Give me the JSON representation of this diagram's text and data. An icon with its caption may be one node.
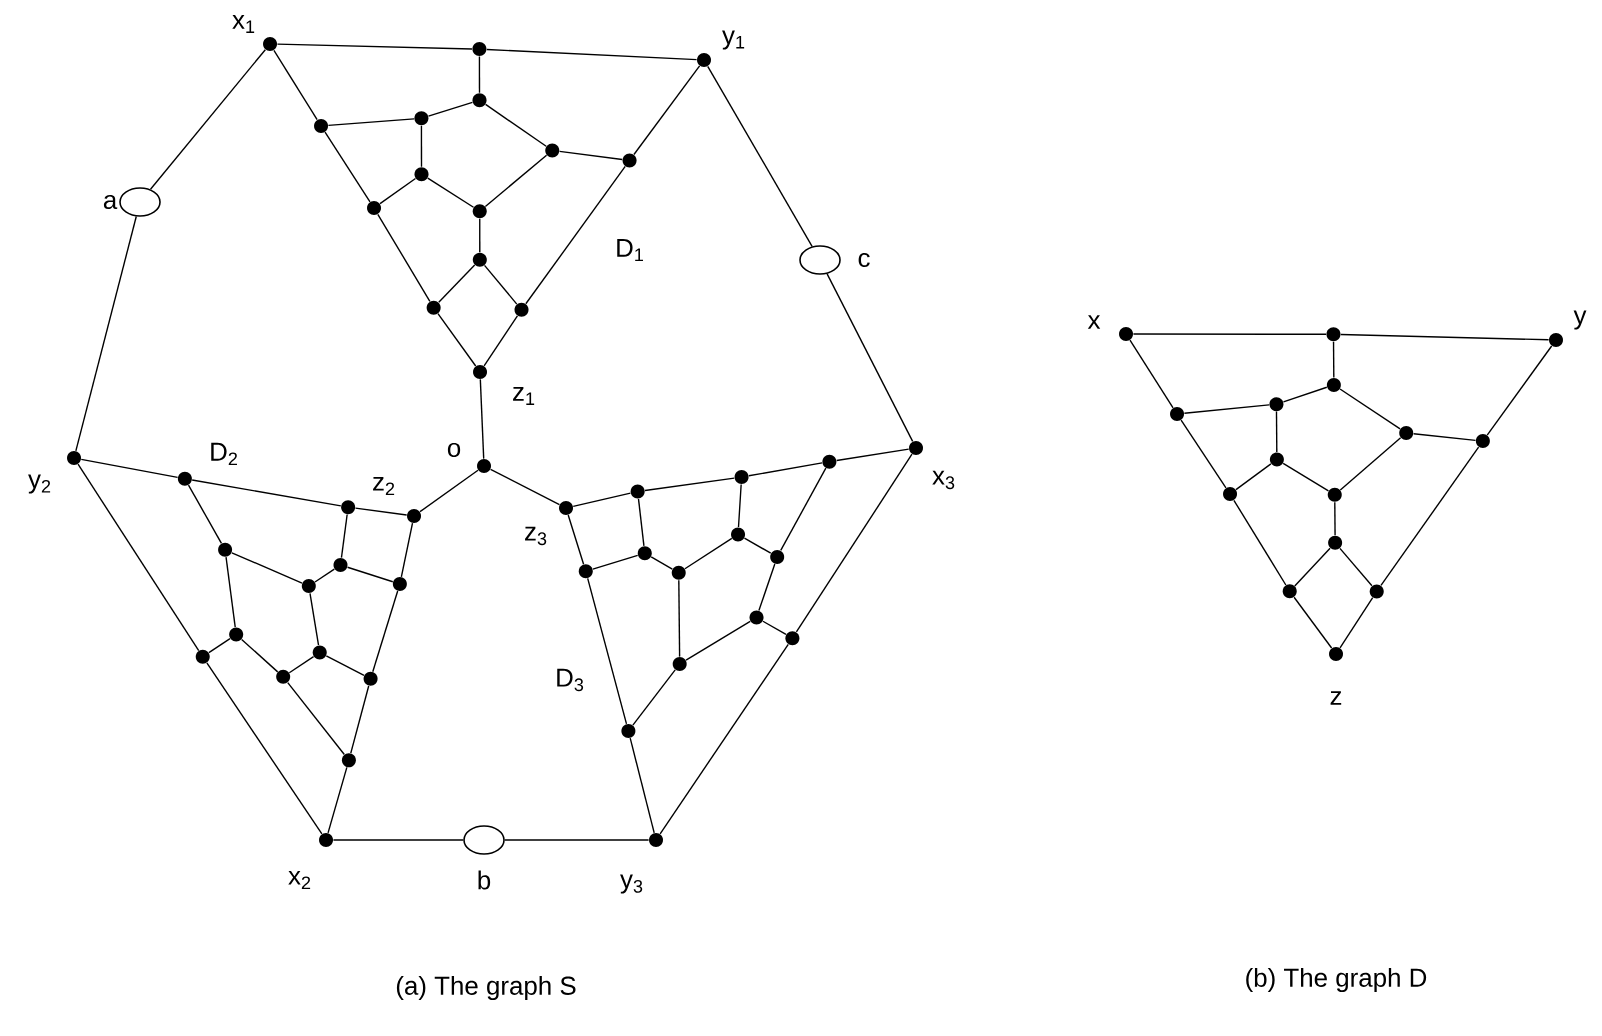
{
  "diagram": {
    "nodes": [
      {
        "text": [],
        "shape": "dot",
        "beside": [
          "x$_{1}$"
        ]
      },
      {
        "text": [],
        "shape": "dot"
      },
      {
        "text": [],
        "shape": "dot",
        "beside": [
          "y$_{1}$"
        ]
      },
      {
        "text": [],
        "shape": "dot"
      },
      {
        "text": [],
        "shape": "dot"
      },
      {
        "text": [],
        "shape": "dot"
      },
      {
        "text": [],
        "shape": "dot"
      },
      {
        "text": [],
        "shape": "dot"
      },
      {
        "text": [],
        "shape": "dot"
      },
      {
        "text": [],
        "shape": "dot"
      },
      {
        "text": [],
        "shape": "dot"
      },
      {
        "text": [],
        "shape": "dot"
      },
      {
        "text": [],
        "shape": "dot"
      },
      {
        "text": [],
        "shape": "dot"
      },
      {
        "text": [],
        "shape": "dot",
        "beside": [
          "z$_{1}$"
        ]
      },
      {
        "text": [],
        "shape": "dot",
        "beside": [
          "x$_{2}$"
        ]
      },
      {
        "text": [],
        "shape": "dot"
      },
      {
        "text": [],
        "shape": "dot",
        "beside": [
          "y$_{2}$"
        ]
      },
      {
        "text": [],
        "shape": "dot"
      },
      {
        "text": [],
        "shape": "dot"
      },
      {
        "text": [],
        "shape": "dot"
      },
      {
        "text": [],
        "shape": "dot"
      },
      {
        "text": [],
        "shape": "dot"
      },
      {
        "text": [],
        "shape": "dot"
      },
      {
        "text": [],
        "shape": "dot"
      },
      {
        "text": [],
        "shape": "dot"
      },
      {
        "text": [],
        "shape": "dot"
      },
      {
        "text": [],
        "shape": "dot"
      },
      {
        "text": [],
        "shape": "dot"
      },
      {
        "text": [],
        "shape": "dot",
        "beside": [
          "z$_{2}$"
        ]
      },
      {
        "text": [],
        "shape": "dot",
        "beside": [
          "x$_{3}$"
        ]
      },
      {
        "text": [],
        "shape": "dot"
      },
      {
        "text": [],
        "shape": "dot",
        "beside": [
          "y$_{3}$"
        ]
      },
      {
        "text": [],
        "shape": "dot"
      },
      {
        "text": [],
        "shape": "dot"
      },
      {
        "text": [],
        "shape": "dot"
      },
      {
        "text": [],
        "shape": "dot"
      },
      {
        "text": [],
        "shape": "dot"
      },
      {
        "text": [],
        "shape": "dot"
      },
      {
        "text": [],
        "shape": "dot"
      },
      {
        "text": [],
        "shape": "dot"
      },
      {
        "text": [],
        "shape": "dot"
      },
      {
        "text": [],
        "shape": "dot"
      },
      {
        "text": [],
        "shape": "dot"
      },
      {
        "text": [],
        "shape": "dot",
        "beside": [
          "z$_{3}$"
        ]
      },
      {
        "text": [],
        "shape": "dot",
        "beside": [
          "o"
        ]
      },
      {
        "text": [],
        "shape": "ellipse",
        "beside": [
          "a"
        ]
      },
      {
        "text": [],
        "shape": "ellipse",
        "beside": [
          "b"
        ]
      },
      {
        "text": [],
        "shape": "ellipse",
        "beside": [
          "c"
        ]
      },
      {
        "text": [],
        "shape": "dot",
        "beside": [
          "x"
        ]
      },
      {
        "text": [],
        "shape": "dot"
      },
      {
        "text": [],
        "shape": "dot",
        "beside": [
          "y"
        ]
      },
      {
        "text": [],
        "shape": "dot"
      },
      {
        "text": [],
        "shape": "dot"
      },
      {
        "text": [],
        "shape": "dot"
      },
      {
        "text": [],
        "shape": "dot"
      },
      {
        "text": [],
        "shape": "dot"
      },
      {
        "text": [],
        "shape": "dot"
      },
      {
        "text": [],
        "shape": "dot"
      },
      {
        "text": [],
        "shape": "dot"
      },
      {
        "text": [],
        "shape": "dot"
      },
      {
        "text": [],
        "shape": "dot"
      },
      {
        "text": [],
        "shape": "dot"
      },
      {
        "text": [],
        "shape": "dot",
        "beside": [
          "z"
        ]
      }
    ],
    "edges": [
      {
        "from": 0,
        "to": 1,
        "arrow": "none"
      },
      {
        "from": 1,
        "to": 2,
        "arrow": "none"
      },
      {
        "from": 1,
        "to": 3,
        "arrow": "none"
      },
      {
        "from": 3,
        "to": 4,
        "arrow": "none"
      },
      {
        "from": 3,
        "to": 5,
        "arrow": "none"
      },
      {
        "from": 0,
        "to": 6,
        "arrow": "none"
      },
      {
        "from": 4,
        "to": 6,
        "arrow": "none"
      },
      {
        "from": 5,
        "to": 7,
        "arrow": "none"
      },
      {
        "from": 2,
        "to": 7,
        "arrow": "none"
      },
      {
        "from": 4,
        "to": 8,
        "arrow": "none"
      },
      {
        "from": 8,
        "to": 9,
        "arrow": "none"
      },
      {
        "from": 6,
        "to": 9,
        "arrow": "none"
      },
      {
        "from": 8,
        "to": 10,
        "arrow": "none"
      },
      {
        "from": 10,
        "to": 5,
        "arrow": "none"
      },
      {
        "from": 10,
        "to": 11,
        "arrow": "none"
      },
      {
        "from": 11,
        "to": 12,
        "arrow": "none"
      },
      {
        "from": 11,
        "to": 13,
        "arrow": "none"
      },
      {
        "from": 9,
        "to": 12,
        "arrow": "none"
      },
      {
        "from": 12,
        "to": 14,
        "arrow": "none"
      },
      {
        "from": 7,
        "to": 13,
        "arrow": "none"
      },
      {
        "from": 13,
        "to": 14,
        "arrow": "none"
      },
      {
        "from": 15,
        "to": 16,
        "arrow": "none"
      },
      {
        "from": 16,
        "to": 17,
        "arrow": "none"
      },
      {
        "from": 16,
        "to": 18,
        "arrow": "none"
      },
      {
        "from": 18,
        "to": 19,
        "arrow": "none"
      },
      {
        "from": 18,
        "to": 20,
        "arrow": "none"
      },
      {
        "from": 15,
        "to": 21,
        "arrow": "none"
      },
      {
        "from": 19,
        "to": 21,
        "arrow": "none"
      },
      {
        "from": 20,
        "to": 22,
        "arrow": "none"
      },
      {
        "from": 17,
        "to": 22,
        "arrow": "none"
      },
      {
        "from": 19,
        "to": 23,
        "arrow": "none"
      },
      {
        "from": 23,
        "to": 24,
        "arrow": "none"
      },
      {
        "from": 21,
        "to": 24,
        "arrow": "none"
      },
      {
        "from": 23,
        "to": 25,
        "arrow": "none"
      },
      {
        "from": 25,
        "to": 20,
        "arrow": "none"
      },
      {
        "from": 25,
        "to": 26,
        "arrow": "none"
      },
      {
        "from": 26,
        "to": 27,
        "arrow": "none"
      },
      {
        "from": 26,
        "to": 28,
        "arrow": "none"
      },
      {
        "from": 24,
        "to": 27,
        "arrow": "none"
      },
      {
        "from": 27,
        "to": 29,
        "arrow": "none"
      },
      {
        "from": 22,
        "to": 28,
        "arrow": "none"
      },
      {
        "from": 28,
        "to": 29,
        "arrow": "none"
      },
      {
        "from": 30,
        "to": 31,
        "arrow": "none"
      },
      {
        "from": 31,
        "to": 32,
        "arrow": "none"
      },
      {
        "from": 31,
        "to": 33,
        "arrow": "none"
      },
      {
        "from": 33,
        "to": 34,
        "arrow": "none"
      },
      {
        "from": 33,
        "to": 35,
        "arrow": "none"
      },
      {
        "from": 30,
        "to": 36,
        "arrow": "none"
      },
      {
        "from": 34,
        "to": 36,
        "arrow": "none"
      },
      {
        "from": 35,
        "to": 37,
        "arrow": "none"
      },
      {
        "from": 32,
        "to": 37,
        "arrow": "none"
      },
      {
        "from": 34,
        "to": 38,
        "arrow": "none"
      },
      {
        "from": 38,
        "to": 39,
        "arrow": "none"
      },
      {
        "from": 36,
        "to": 39,
        "arrow": "none"
      },
      {
        "from": 38,
        "to": 40,
        "arrow": "none"
      },
      {
        "from": 40,
        "to": 35,
        "arrow": "none"
      },
      {
        "from": 40,
        "to": 41,
        "arrow": "none"
      },
      {
        "from": 41,
        "to": 42,
        "arrow": "none"
      },
      {
        "from": 41,
        "to": 43,
        "arrow": "none"
      },
      {
        "from": 39,
        "to": 42,
        "arrow": "none"
      },
      {
        "from": 42,
        "to": 44,
        "arrow": "none"
      },
      {
        "from": 37,
        "to": 43,
        "arrow": "none"
      },
      {
        "from": 43,
        "to": 44,
        "arrow": "none"
      },
      {
        "from": 45,
        "to": 14,
        "arrow": "none"
      },
      {
        "from": 45,
        "to": 29,
        "arrow": "none"
      },
      {
        "from": 45,
        "to": 44,
        "arrow": "none"
      },
      {
        "from": 0,
        "to": 46,
        "arrow": "none"
      },
      {
        "from": 46,
        "to": 17,
        "arrow": "none"
      },
      {
        "from": 2,
        "to": 48,
        "arrow": "none"
      },
      {
        "from": 48,
        "to": 30,
        "arrow": "none"
      },
      {
        "from": 15,
        "to": 47,
        "arrow": "none"
      },
      {
        "from": 47,
        "to": 32,
        "arrow": "none"
      },
      {
        "from": 49,
        "to": 50,
        "arrow": "none"
      },
      {
        "from": 50,
        "to": 51,
        "arrow": "none"
      },
      {
        "from": 50,
        "to": 52,
        "arrow": "none"
      },
      {
        "from": 52,
        "to": 53,
        "arrow": "none"
      },
      {
        "from": 52,
        "to": 54,
        "arrow": "none"
      },
      {
        "from": 49,
        "to": 55,
        "arrow": "none"
      },
      {
        "from": 53,
        "to": 55,
        "arrow": "none"
      },
      {
        "from": 54,
        "to": 56,
        "arrow": "none"
      },
      {
        "from": 51,
        "to": 56,
        "arrow": "none"
      },
      {
        "from": 53,
        "to": 57,
        "arrow": "none"
      },
      {
        "from": 57,
        "to": 58,
        "arrow": "none"
      },
      {
        "from": 55,
        "to": 58,
        "arrow": "none"
      },
      {
        "from": 57,
        "to": 59,
        "arrow": "none"
      },
      {
        "from": 59,
        "to": 54,
        "arrow": "none"
      },
      {
        "from": 59,
        "to": 60,
        "arrow": "none"
      },
      {
        "from": 60,
        "to": 61,
        "arrow": "none"
      },
      {
        "from": 60,
        "to": 62,
        "arrow": "none"
      },
      {
        "from": 58,
        "to": 61,
        "arrow": "none"
      },
      {
        "from": 61,
        "to": 63,
        "arrow": "none"
      },
      {
        "from": 56,
        "to": 62,
        "arrow": "none"
      },
      {
        "from": 62,
        "to": 63,
        "arrow": "none"
      }
    ],
    "labels": [
      "D$_{1}$",
      "D$_{2}$",
      "D$_{3}$",
      "(a) The graph S",
      "(b) The graph D"
    ]
  }
}
